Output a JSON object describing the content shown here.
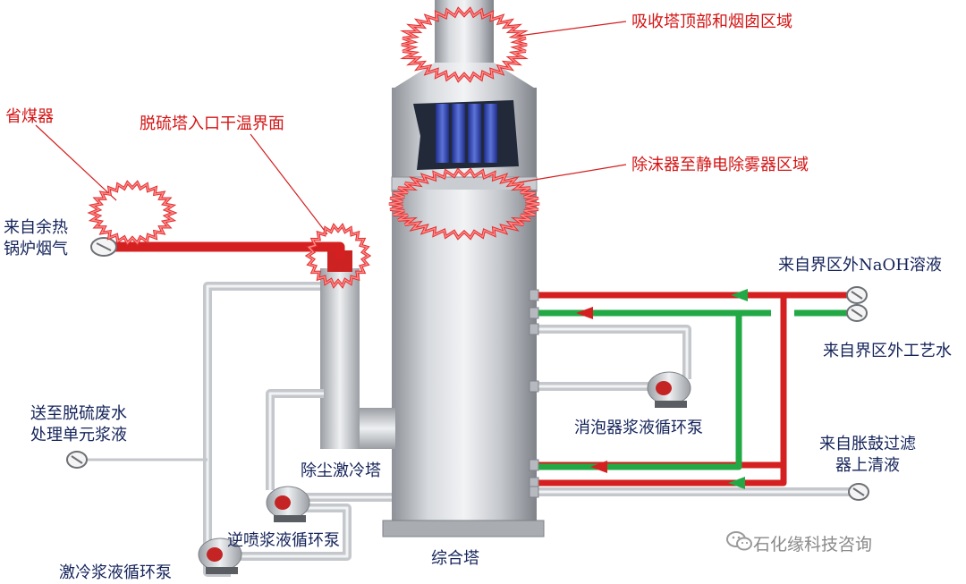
{
  "labels": {
    "tower_top": "吸收塔顶部和烟囱区域",
    "economizer": "省煤器",
    "inlet_interface": "脱硫塔入口干温界面",
    "demister_zone": "除沫器至静电除雾器区域",
    "flue_gas_source_line1": "来自余热",
    "flue_gas_source_line2": "锅炉烟气",
    "naoh_source": "来自界区外NaOH溶液",
    "process_water": "来自界区外工艺水",
    "defoamer_pump": "消泡器浆液循环泵",
    "wastewater_line1": "送至脱硫废水",
    "wastewater_line2": "处理单元浆液",
    "filter_line1": "来自胀鼓过滤",
    "filter_line2": "器上清液",
    "quench_tower": "除尘激冷塔",
    "reverse_spray_pump": "逆喷浆液循环泵",
    "integrated_tower": "综合塔",
    "quench_pump": "激冷浆液循环泵"
  },
  "watermark": "石化缘科技咨询",
  "colors": {
    "label_red": "#d41414",
    "label_navy": "#14235a",
    "flue_gas_pipe": "#d42020",
    "green_pipe": "#22a844",
    "tower_gray": "#b8bcc2",
    "highlight_ring": "#e03030"
  },
  "icons": [
    "wechat-icon"
  ]
}
